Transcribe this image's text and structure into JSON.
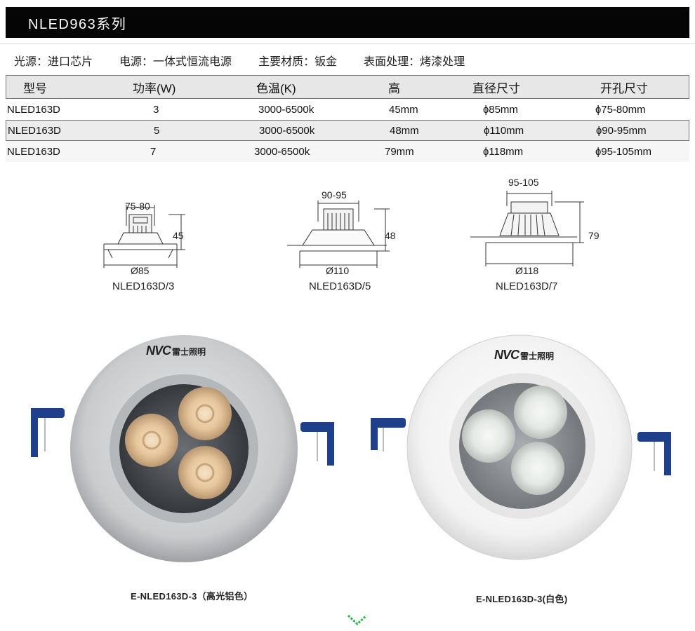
{
  "header": {
    "title": "NLED963系列"
  },
  "specs": [
    {
      "label": "光源：",
      "value": "进口芯片"
    },
    {
      "label": "电源：",
      "value": "一体式恒流电源"
    },
    {
      "label": "主要材质：",
      "value": "钣金"
    },
    {
      "label": "表面处理：",
      "value": "烤漆处理"
    }
  ],
  "table": {
    "headers": [
      "型号",
      "功率(W)",
      "色温(K)",
      "高",
      "直径尺寸",
      "开孔尺寸"
    ],
    "rows": [
      [
        "NLED163D",
        "3",
        "3000-6500k",
        "45mm",
        "ɸ85mm",
        "ɸ75-80mm"
      ],
      [
        "NLED163D",
        "5",
        "3000-6500k",
        "48mm",
        "ɸ110mm",
        "ɸ90-95mm"
      ],
      [
        "NLED163D",
        "7",
        "3000-6500k",
        "79mm",
        "ɸ118mm",
        "ɸ95-105mm"
      ]
    ]
  },
  "diagrams": [
    {
      "top_dim": "75-80",
      "height_dim": "45",
      "diameter": "Ø85",
      "model": "NLED163D/3"
    },
    {
      "top_dim": "90-95",
      "height_dim": "48",
      "diameter": "Ø110",
      "model": "NLED163D/5"
    },
    {
      "top_dim": "95-105",
      "height_dim": "79",
      "diameter": "Ø118",
      "model": "NLED163D/7"
    }
  ],
  "products": [
    {
      "brand_logo": "NVC",
      "brand_cn": "雷士照明",
      "caption": "E-NLED163D-3（高光铝色）",
      "finish_color": "#c9cbcd",
      "led_color": "#e6c49a"
    },
    {
      "brand_logo": "NVC",
      "brand_cn": "雷士照明",
      "caption": "E-NLED163D-3(白色)",
      "finish_color": "#f2f2f2",
      "led_color": "#e4e8e4"
    }
  ],
  "footer": {
    "icon": "chevron-down-icon",
    "accent": "#2bb34a"
  }
}
